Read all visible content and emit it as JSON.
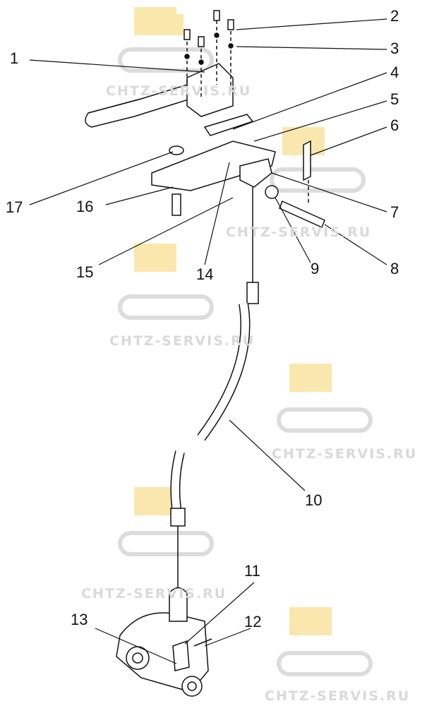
{
  "watermark": {
    "text": "CHTZ-SERVIS.RU",
    "color": "#f2c94c"
  },
  "callouts": [
    "1",
    "2",
    "3",
    "4",
    "5",
    "6",
    "7",
    "8",
    "9",
    "10",
    "11",
    "12",
    "13",
    "14",
    "15",
    "16",
    "17"
  ]
}
